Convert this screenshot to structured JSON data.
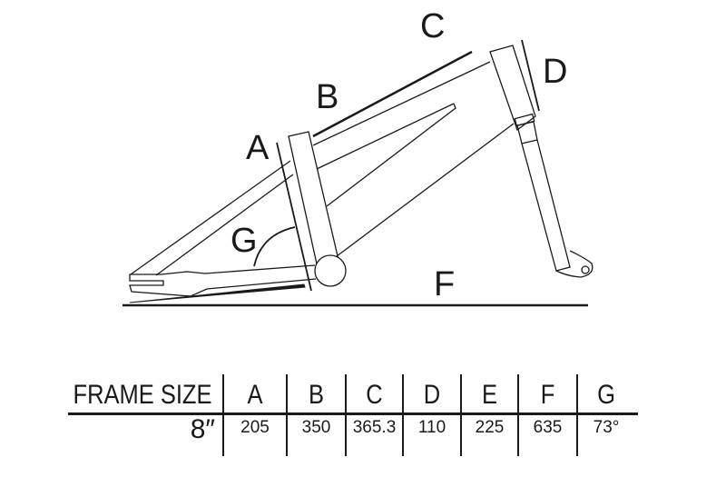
{
  "diagram": {
    "labels": {
      "A": "A",
      "B": "B",
      "C": "C",
      "D": "D",
      "F": "F",
      "G": "G"
    }
  },
  "table": {
    "header": [
      "FRAME SIZE",
      "A",
      "B",
      "C",
      "D",
      "E",
      "F",
      "G"
    ],
    "rows": [
      [
        "8″",
        "205",
        "350",
        "365.3",
        "110",
        "225",
        "635",
        "73°"
      ]
    ]
  }
}
